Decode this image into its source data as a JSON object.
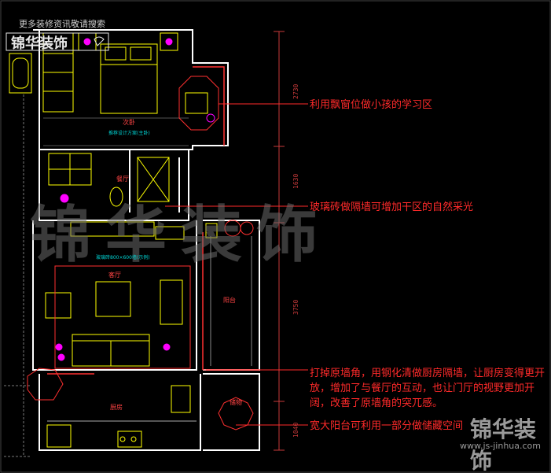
{
  "header": {
    "top_caption": "更多装修资讯敬请搜索",
    "brand_name": "锦华装饰"
  },
  "watermark": {
    "center_text": "锦华装饰",
    "bottom_right_text": "锦华装饰",
    "bottom_right_url": "www.js-jinhua.com"
  },
  "rooms": {
    "master_bedroom": "次卧",
    "master_note": "推荐设计方案(主卧)",
    "dining": "餐厅",
    "living": "客厅",
    "living_note": "玻璃砖800×600墙(示例)",
    "balcony": "阳台",
    "kitchen": "厨房",
    "store": "储物"
  },
  "dimensions": [
    "2730",
    "1630",
    "3750",
    "1040"
  ],
  "annotations": [
    {
      "text": "利用飘窗位做小孩的学习区"
    },
    {
      "text": "玻璃砖做隔墙可增加干区的自然采光"
    },
    {
      "text": "打掉原墙角，用钢化清做厨房隔墙，让厨房变得更开放，增加了与餐厅的互动，也让门厅的视野更加开阔，改善了原墙角的突兀感。"
    },
    {
      "text": "宽大阳台可利用一部分做储藏空间"
    }
  ],
  "colors": {
    "background": "#000000",
    "wall": "#ffffff",
    "furniture": "#ffff00",
    "accent": "#ff00ff",
    "annotation": "#ff2a2a"
  }
}
